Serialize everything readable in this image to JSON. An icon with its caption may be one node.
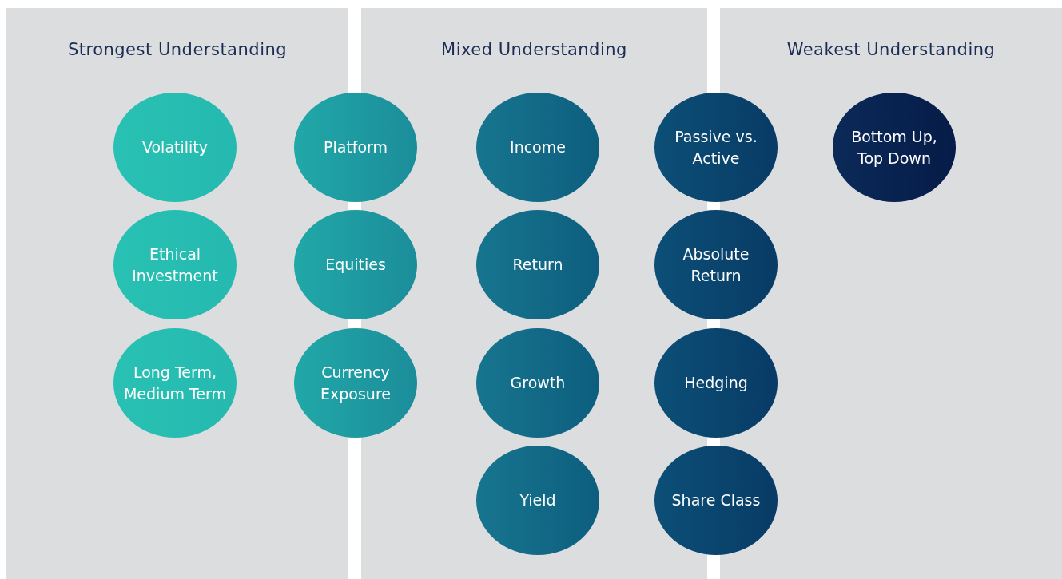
{
  "diagram": {
    "nodes": [
      {
        "text": [
          "Strongest Understanding"
        ]
      },
      {
        "text": [
          "Mixed Understanding"
        ]
      },
      {
        "text": [
          "Weakest Understanding"
        ]
      },
      {
        "text": [
          "Volatility"
        ],
        "in": 0
      },
      {
        "text": [
          "Ethical Investment"
        ],
        "in": 0
      },
      {
        "text": [
          "Long Term, Medium Term"
        ],
        "in": 0
      },
      {
        "text": [
          "Platform"
        ]
      },
      {
        "text": [
          "Equities"
        ]
      },
      {
        "text": [
          "Currency Exposure"
        ]
      },
      {
        "text": [
          "Income"
        ],
        "in": 1
      },
      {
        "text": [
          "Return"
        ],
        "in": 1
      },
      {
        "text": [
          "Growth"
        ],
        "in": 1
      },
      {
        "text": [
          "Yield"
        ],
        "in": 1
      },
      {
        "text": [
          "Passive vs. Active"
        ]
      },
      {
        "text": [
          "Absolute Return"
        ]
      },
      {
        "text": [
          "Hedging"
        ]
      },
      {
        "text": [
          "Share Class"
        ]
      },
      {
        "text": [
          "Bottom Up, Top Down"
        ],
        "in": 2
      }
    ]
  }
}
